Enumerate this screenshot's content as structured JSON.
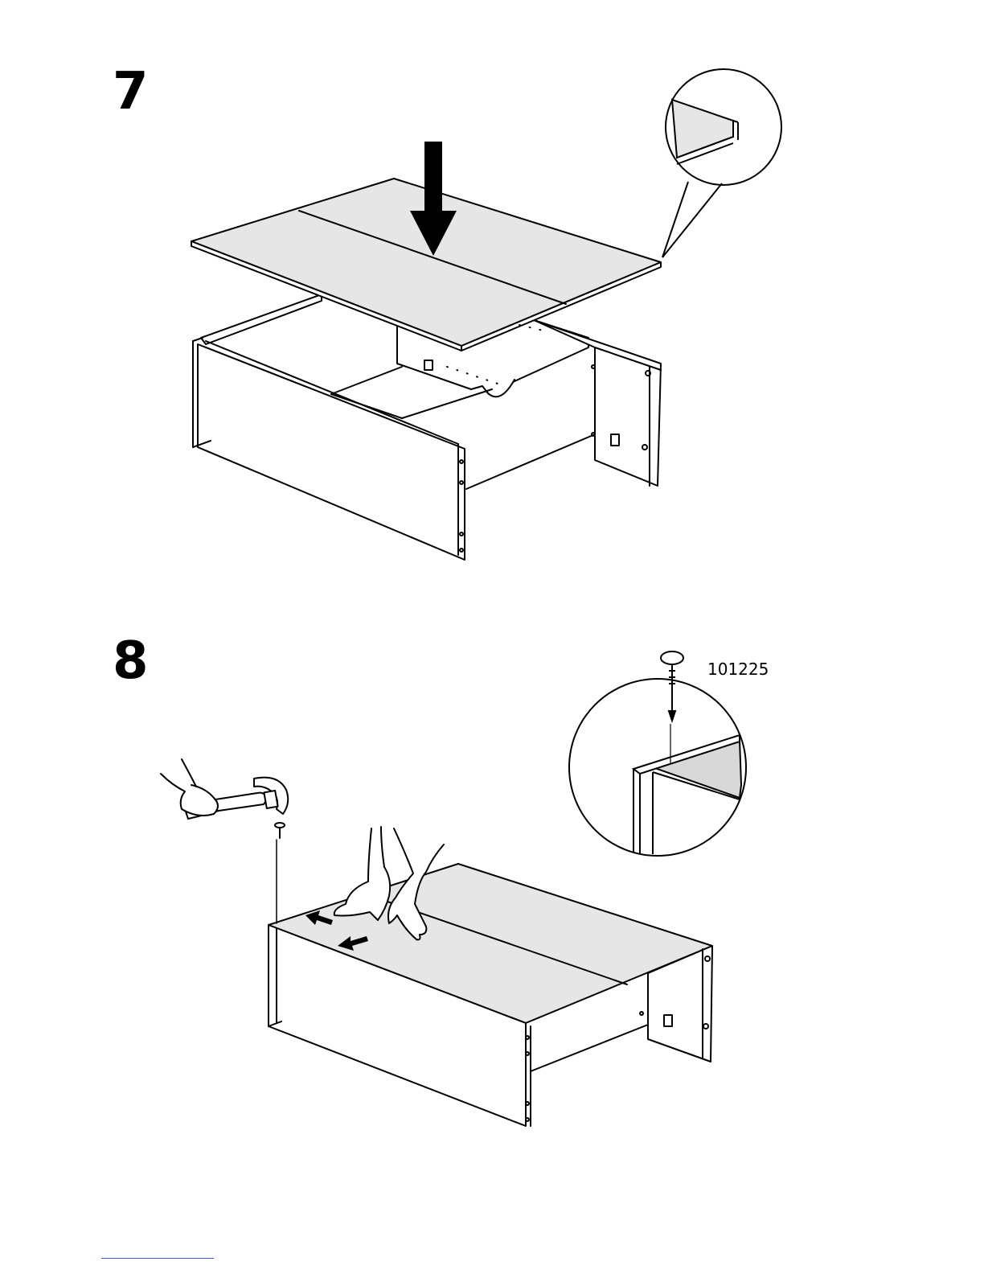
{
  "steps": [
    {
      "number": "7"
    },
    {
      "number": "8"
    }
  ],
  "parts": {
    "nail_part_number": "101225"
  },
  "colors": {
    "line": "#000000",
    "panel_fill": "#e6e6e6",
    "background": "#ffffff",
    "footer_rule": "#3a5bd0"
  }
}
